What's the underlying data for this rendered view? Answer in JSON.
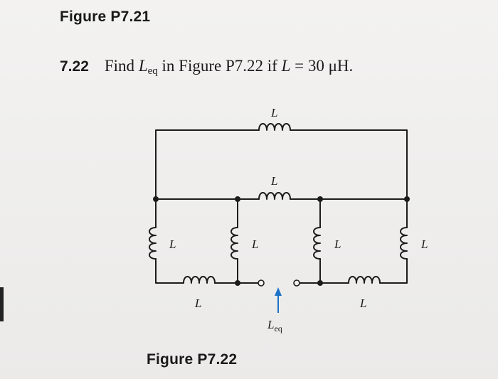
{
  "header": {
    "previous_figure_caption": "Figure P7.21"
  },
  "problem": {
    "number": "7.22",
    "text_before": "Find ",
    "symbol": "L",
    "symbol_subscript": "eq",
    "text_middle": " in Figure P7.22 if ",
    "condition_symbol": "L",
    "condition_rest": " = 30 μH."
  },
  "figure": {
    "caption": "Figure P7.22",
    "inductor_label": "L",
    "terminal_label_symbol": "L",
    "terminal_label_subscript": "eq",
    "wire_color": "#1c1c1c",
    "arrow_color": "#1e73c8"
  }
}
